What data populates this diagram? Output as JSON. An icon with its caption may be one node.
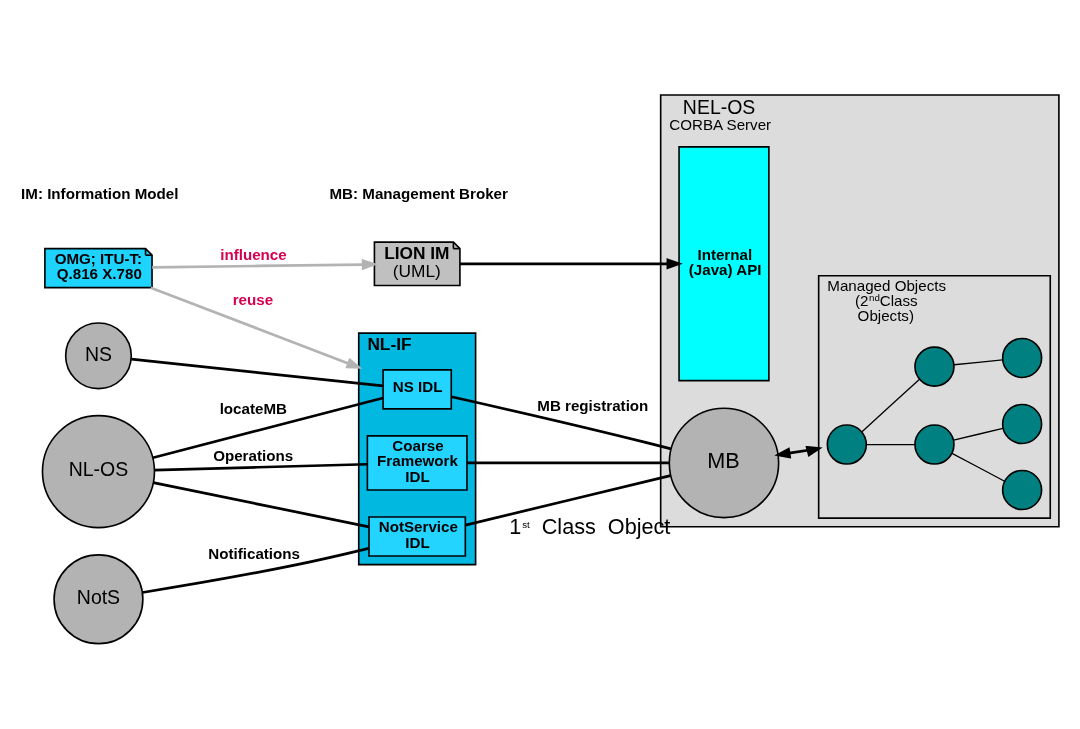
{
  "diagram": {
    "nodes": [
      {
        "text": [
          "OMG; ITU-T: Q.816 X.780"
        ]
      },
      {
        "text": [
          "LION IM",
          "(UML)"
        ]
      },
      {
        "text": [
          "NS"
        ]
      },
      {
        "text": [
          "NL-IF"
        ]
      },
      {
        "text": [
          "NS IDL"
        ],
        "in": 3
      },
      {
        "text": [
          "Coarse Framework IDL"
        ],
        "in": 3
      },
      {
        "text": [
          "NotService IDL"
        ],
        "in": 3
      },
      {
        "text": [
          "NL-OS"
        ]
      },
      {
        "text": [
          "NotS"
        ]
      },
      {
        "text": [
          "NEL-OS",
          "CORBA Server"
        ]
      },
      {
        "text": [
          "Internal (Java) API"
        ],
        "in": 9
      },
      {
        "text": [
          "MB"
        ],
        "in": 9,
        "beside": [
          "1$^{st}$ Class Object"
        ]
      },
      {
        "text": [
          "Managed Objects (2$^{nd}$Class Objects)"
        ],
        "in": 9
      },
      {
        "text": [],
        "shape": "circle",
        "in": 12
      },
      {
        "text": [],
        "shape": "circle",
        "in": 12
      },
      {
        "text": [],
        "shape": "circle",
        "in": 12
      },
      {
        "text": [],
        "shape": "circle",
        "in": 12
      },
      {
        "text": [],
        "shape": "circle",
        "in": 12
      },
      {
        "text": [],
        "shape": "circle",
        "in": 12
      }
    ],
    "edges": [
      {
        "from": 0,
        "to": 1,
        "arrow": "to",
        "label": "influence",
        "color": "#b3b3b3"
      },
      {
        "from": 0,
        "to": 3,
        "arrow": "to",
        "label": "reuse",
        "color": "#b3b3b3"
      },
      {
        "from": 1,
        "to": 10,
        "arrow": "to"
      },
      {
        "from": 2,
        "to": 4,
        "arrow": "none"
      },
      {
        "from": 7,
        "to": 4,
        "arrow": "none",
        "label": "locateMB"
      },
      {
        "from": 7,
        "to": 5,
        "arrow": "none",
        "label": "Operations"
      },
      {
        "from": 7,
        "to": 6,
        "arrow": "none"
      },
      {
        "from": 8,
        "to": 6,
        "arrow": "none",
        "label": "Notifications"
      },
      {
        "from": 4,
        "to": 11,
        "arrow": "none",
        "label": "MB registration"
      },
      {
        "from": 5,
        "to": 11,
        "arrow": "none"
      },
      {
        "from": 6,
        "to": 11,
        "arrow": "none"
      },
      {
        "from": 11,
        "to": 12,
        "arrow": "both"
      },
      {
        "from": 13,
        "to": 14,
        "arrow": "none"
      },
      {
        "from": 13,
        "to": 15,
        "arrow": "none"
      },
      {
        "from": 14,
        "to": 16,
        "arrow": "none"
      },
      {
        "from": 14,
        "to": 17,
        "arrow": "none"
      },
      {
        "from": 15,
        "to": 18,
        "arrow": "none"
      }
    ],
    "labels": [
      "IM: Information Model",
      "MB: Management Broker"
    ]
  }
}
